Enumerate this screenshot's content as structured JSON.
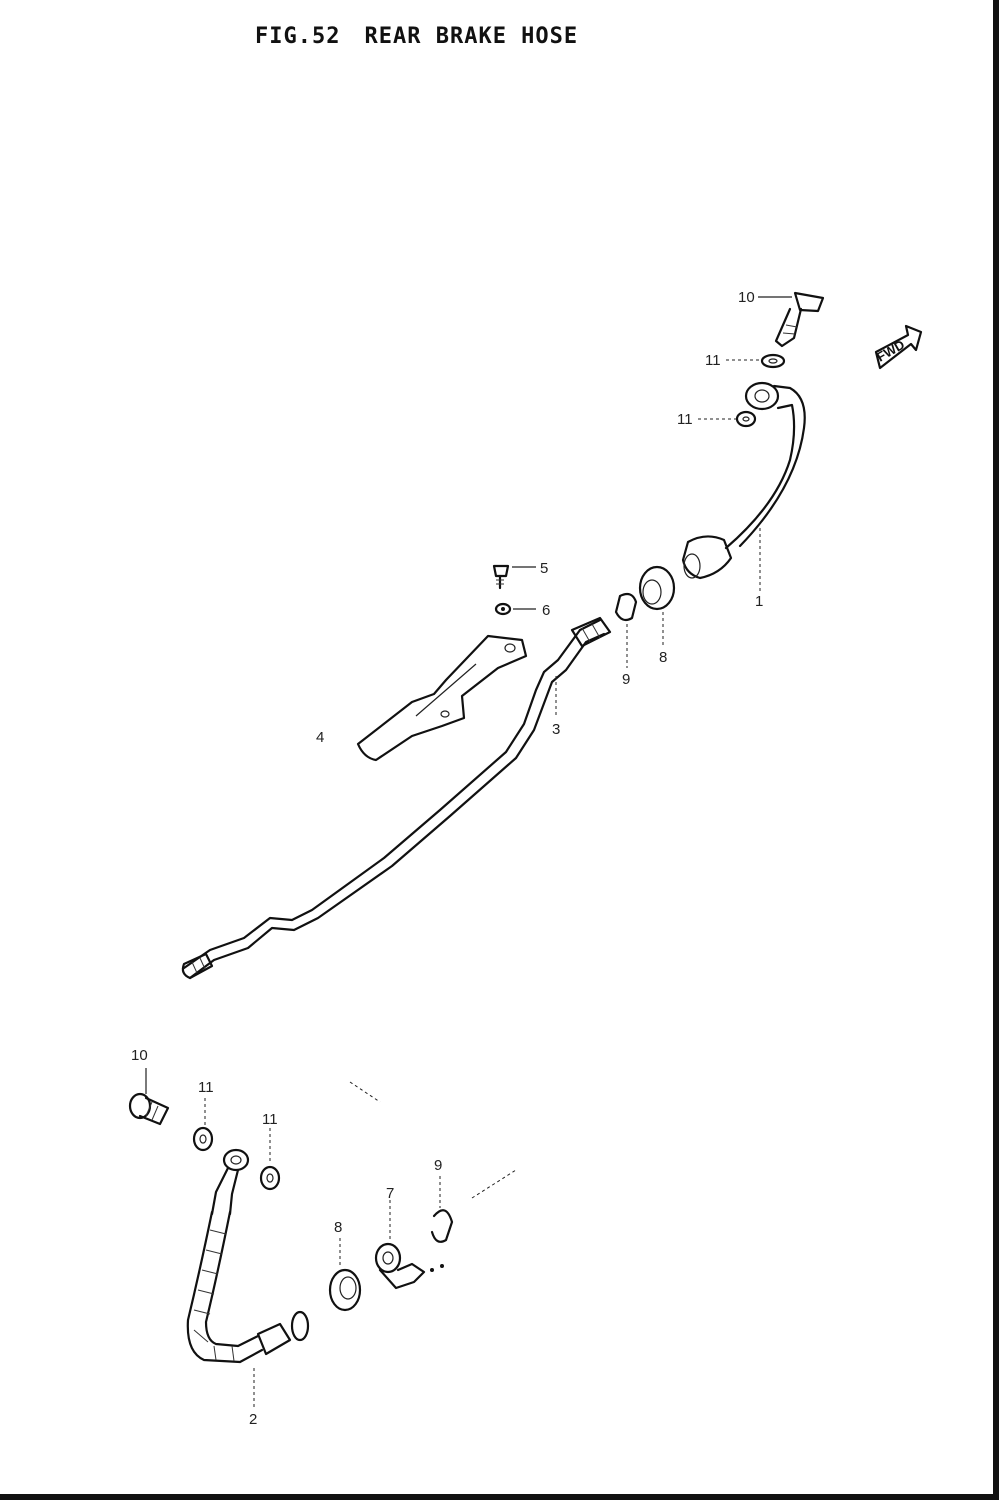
{
  "figure": {
    "fig_number": "FIG.52",
    "title": "REAR BRAKE HOSE"
  },
  "direction_arrow": {
    "label": "FWD"
  },
  "callouts": {
    "upper_10": "10",
    "upper_11a": "11",
    "upper_11b": "11",
    "upper_1": "1",
    "label_5": "5",
    "label_6": "6",
    "label_4": "4",
    "label_3": "3",
    "upper_9": "9",
    "upper_8": "8",
    "lower_10": "10",
    "lower_11a": "11",
    "lower_11b": "11",
    "lower_9": "9",
    "lower_7": "7",
    "lower_8": "8",
    "lower_2": "2"
  }
}
